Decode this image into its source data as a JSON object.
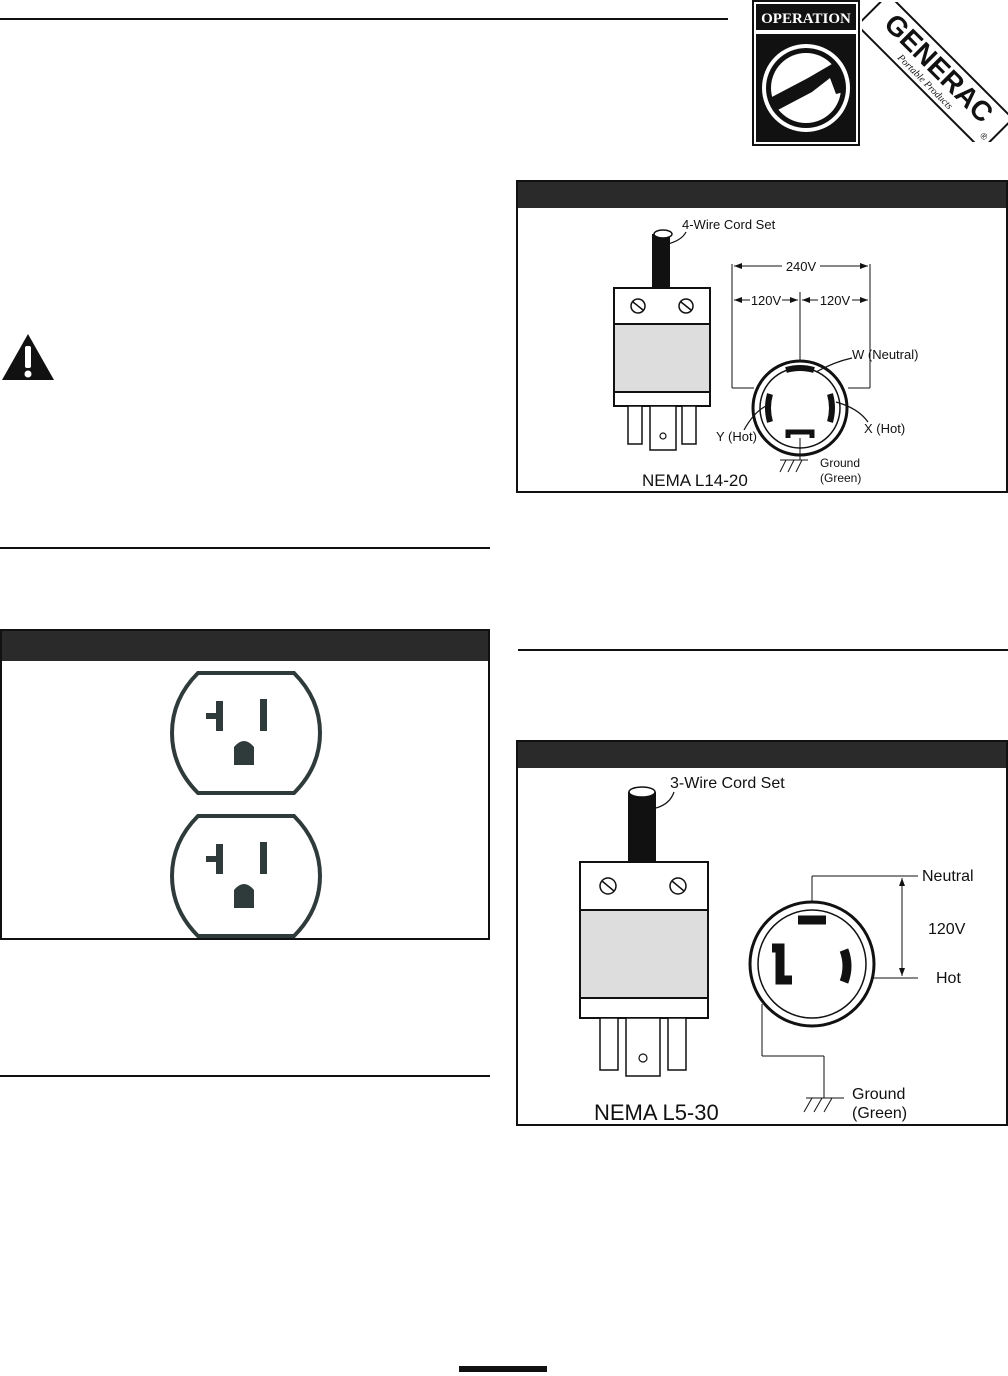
{
  "header": {
    "operation_badge_text": "OPERATION",
    "generac_logo_text": "GENERAC",
    "generac_sub_text": "Portable Products",
    "registered_mark": "®"
  },
  "figure_l14": {
    "cord_label": "4-Wire Cord Set",
    "voltage_total": "240V",
    "voltage_left": "120V",
    "voltage_right": "120V",
    "w_label": "W (Neutral)",
    "x_label": "X (Hot)",
    "y_label": "Y (Hot)",
    "ground_label_1": "Ground",
    "ground_label_2": "(Green)",
    "model_label": "NEMA L14-20"
  },
  "figure_l5": {
    "cord_label": "3-Wire Cord Set",
    "neutral_label": "Neutral",
    "voltage_label": "120V",
    "hot_label": "Hot",
    "ground_label_1": "Ground",
    "ground_label_2": "(Green)",
    "model_label": "NEMA L5-30"
  },
  "colors": {
    "bar": "#2a2a2a",
    "ink": "#111111",
    "outlet_fill": "#2f3a3a"
  }
}
